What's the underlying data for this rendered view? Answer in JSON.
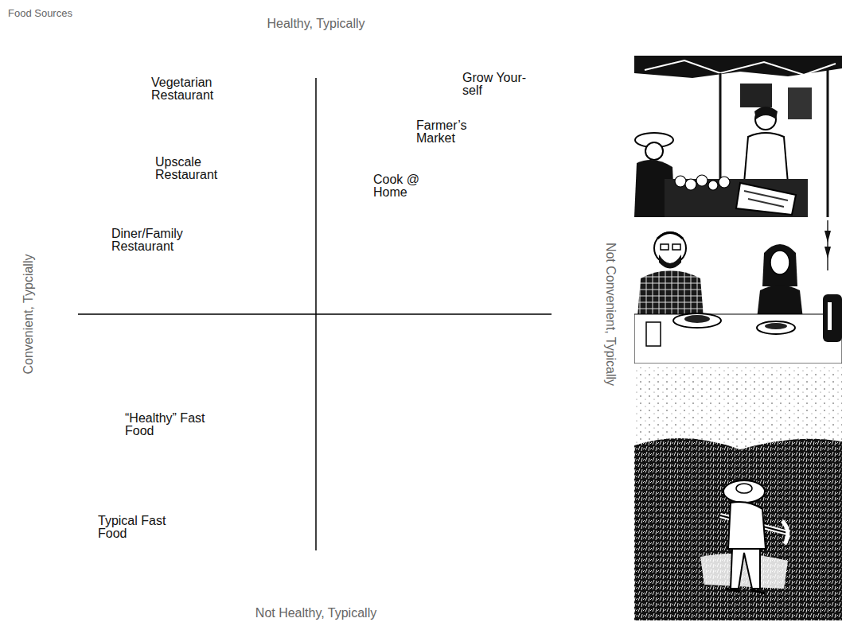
{
  "diagram": {
    "title": "Food Sources",
    "labels": [
      "Healthy, Typically",
      "Vegetarian Restaurant",
      "Grow Your- self",
      "Farmer’s Market",
      "Upscale Restaurant",
      "Cook @ Home",
      "Diner/Family Restaurant",
      "Convenient, Typcially",
      "Not Convenient, Typically",
      "“Healthy” Fast Food",
      "Typical Fast Food",
      "Not Healthy, Typically"
    ]
  }
}
